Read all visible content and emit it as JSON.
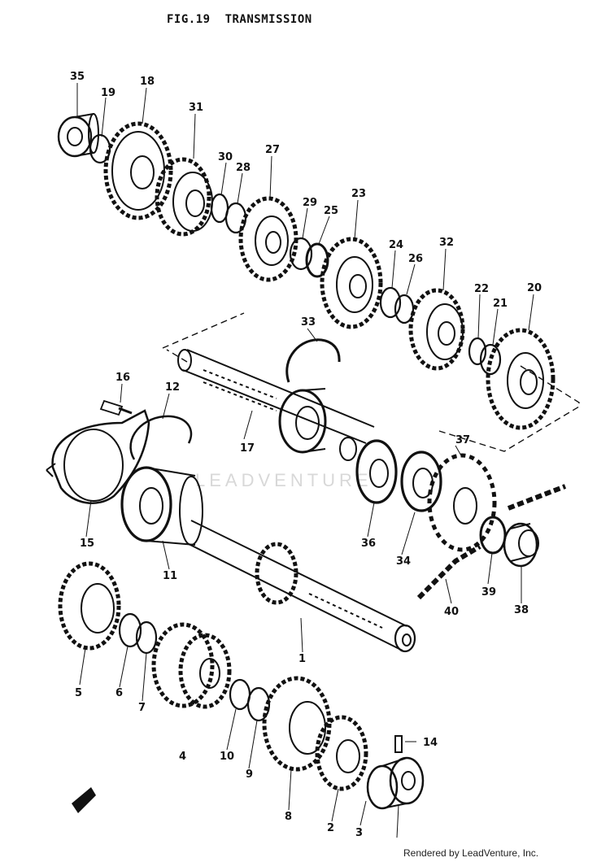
{
  "header": {
    "fig_label": "FIG.19",
    "title": "TRANSMISSION"
  },
  "watermark": "LEADVENTURE",
  "footer": {
    "credit": "Rendered by LeadVenture, Inc."
  },
  "colors": {
    "ink": "#111111",
    "paper": "#ffffff",
    "watermark": "#d8d8d8"
  },
  "callouts": [
    "35",
    "19",
    "18",
    "31",
    "30",
    "28",
    "27",
    "29",
    "25",
    "23",
    "24",
    "26",
    "32",
    "22",
    "21",
    "20",
    "33",
    "16",
    "12",
    "17",
    "37",
    "15",
    "11",
    "36",
    "34",
    "39",
    "38",
    "40",
    "1",
    "5",
    "6",
    "7",
    "4",
    "10",
    "9",
    "8",
    "14",
    "2",
    "3"
  ]
}
